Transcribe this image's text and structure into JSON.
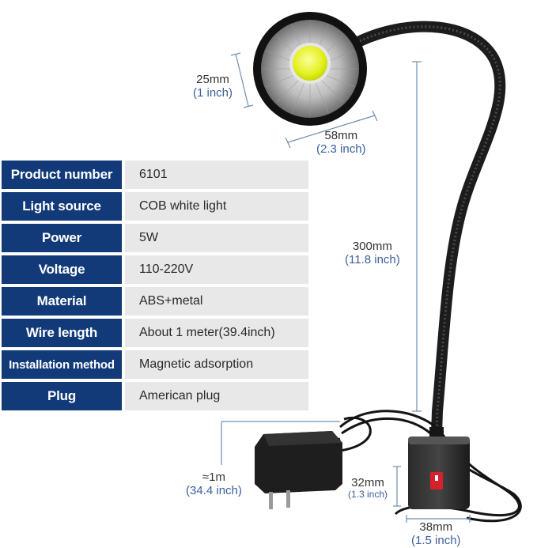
{
  "specs": [
    {
      "label": "Product number",
      "value": "6101"
    },
    {
      "label": "Light source",
      "value": "COB white light"
    },
    {
      "label": "Power",
      "value": "5W"
    },
    {
      "label": "Voltage",
      "value": "110-220V"
    },
    {
      "label": "Material",
      "value": "ABS+metal"
    },
    {
      "label": "Wire length",
      "value": "About 1 meter(39.4inch)"
    },
    {
      "label": "Installation method",
      "value": "Magnetic adsorption"
    },
    {
      "label": "Plug",
      "value": "American plug"
    }
  ],
  "dimensions": {
    "head_thickness": {
      "mm": "25mm",
      "inch": "(1 inch)"
    },
    "head_diameter": {
      "mm": "58mm",
      "inch": "(2.3 inch)"
    },
    "gooseneck_length": {
      "mm": "300mm",
      "inch": "(11.8 inch)"
    },
    "cable_length": {
      "mm": "≈1m",
      "inch": "(34.4 inch)"
    },
    "base_height": {
      "mm": "32mm",
      "inch": "(1.3 inch)"
    },
    "base_width": {
      "mm": "38mm",
      "inch": "(1.5 inch)"
    }
  },
  "colors": {
    "label_bg": "#123a79",
    "value_bg": "#e8e8e8",
    "inch_text": "#3a5f9a",
    "switch_red": "#d6202a"
  }
}
